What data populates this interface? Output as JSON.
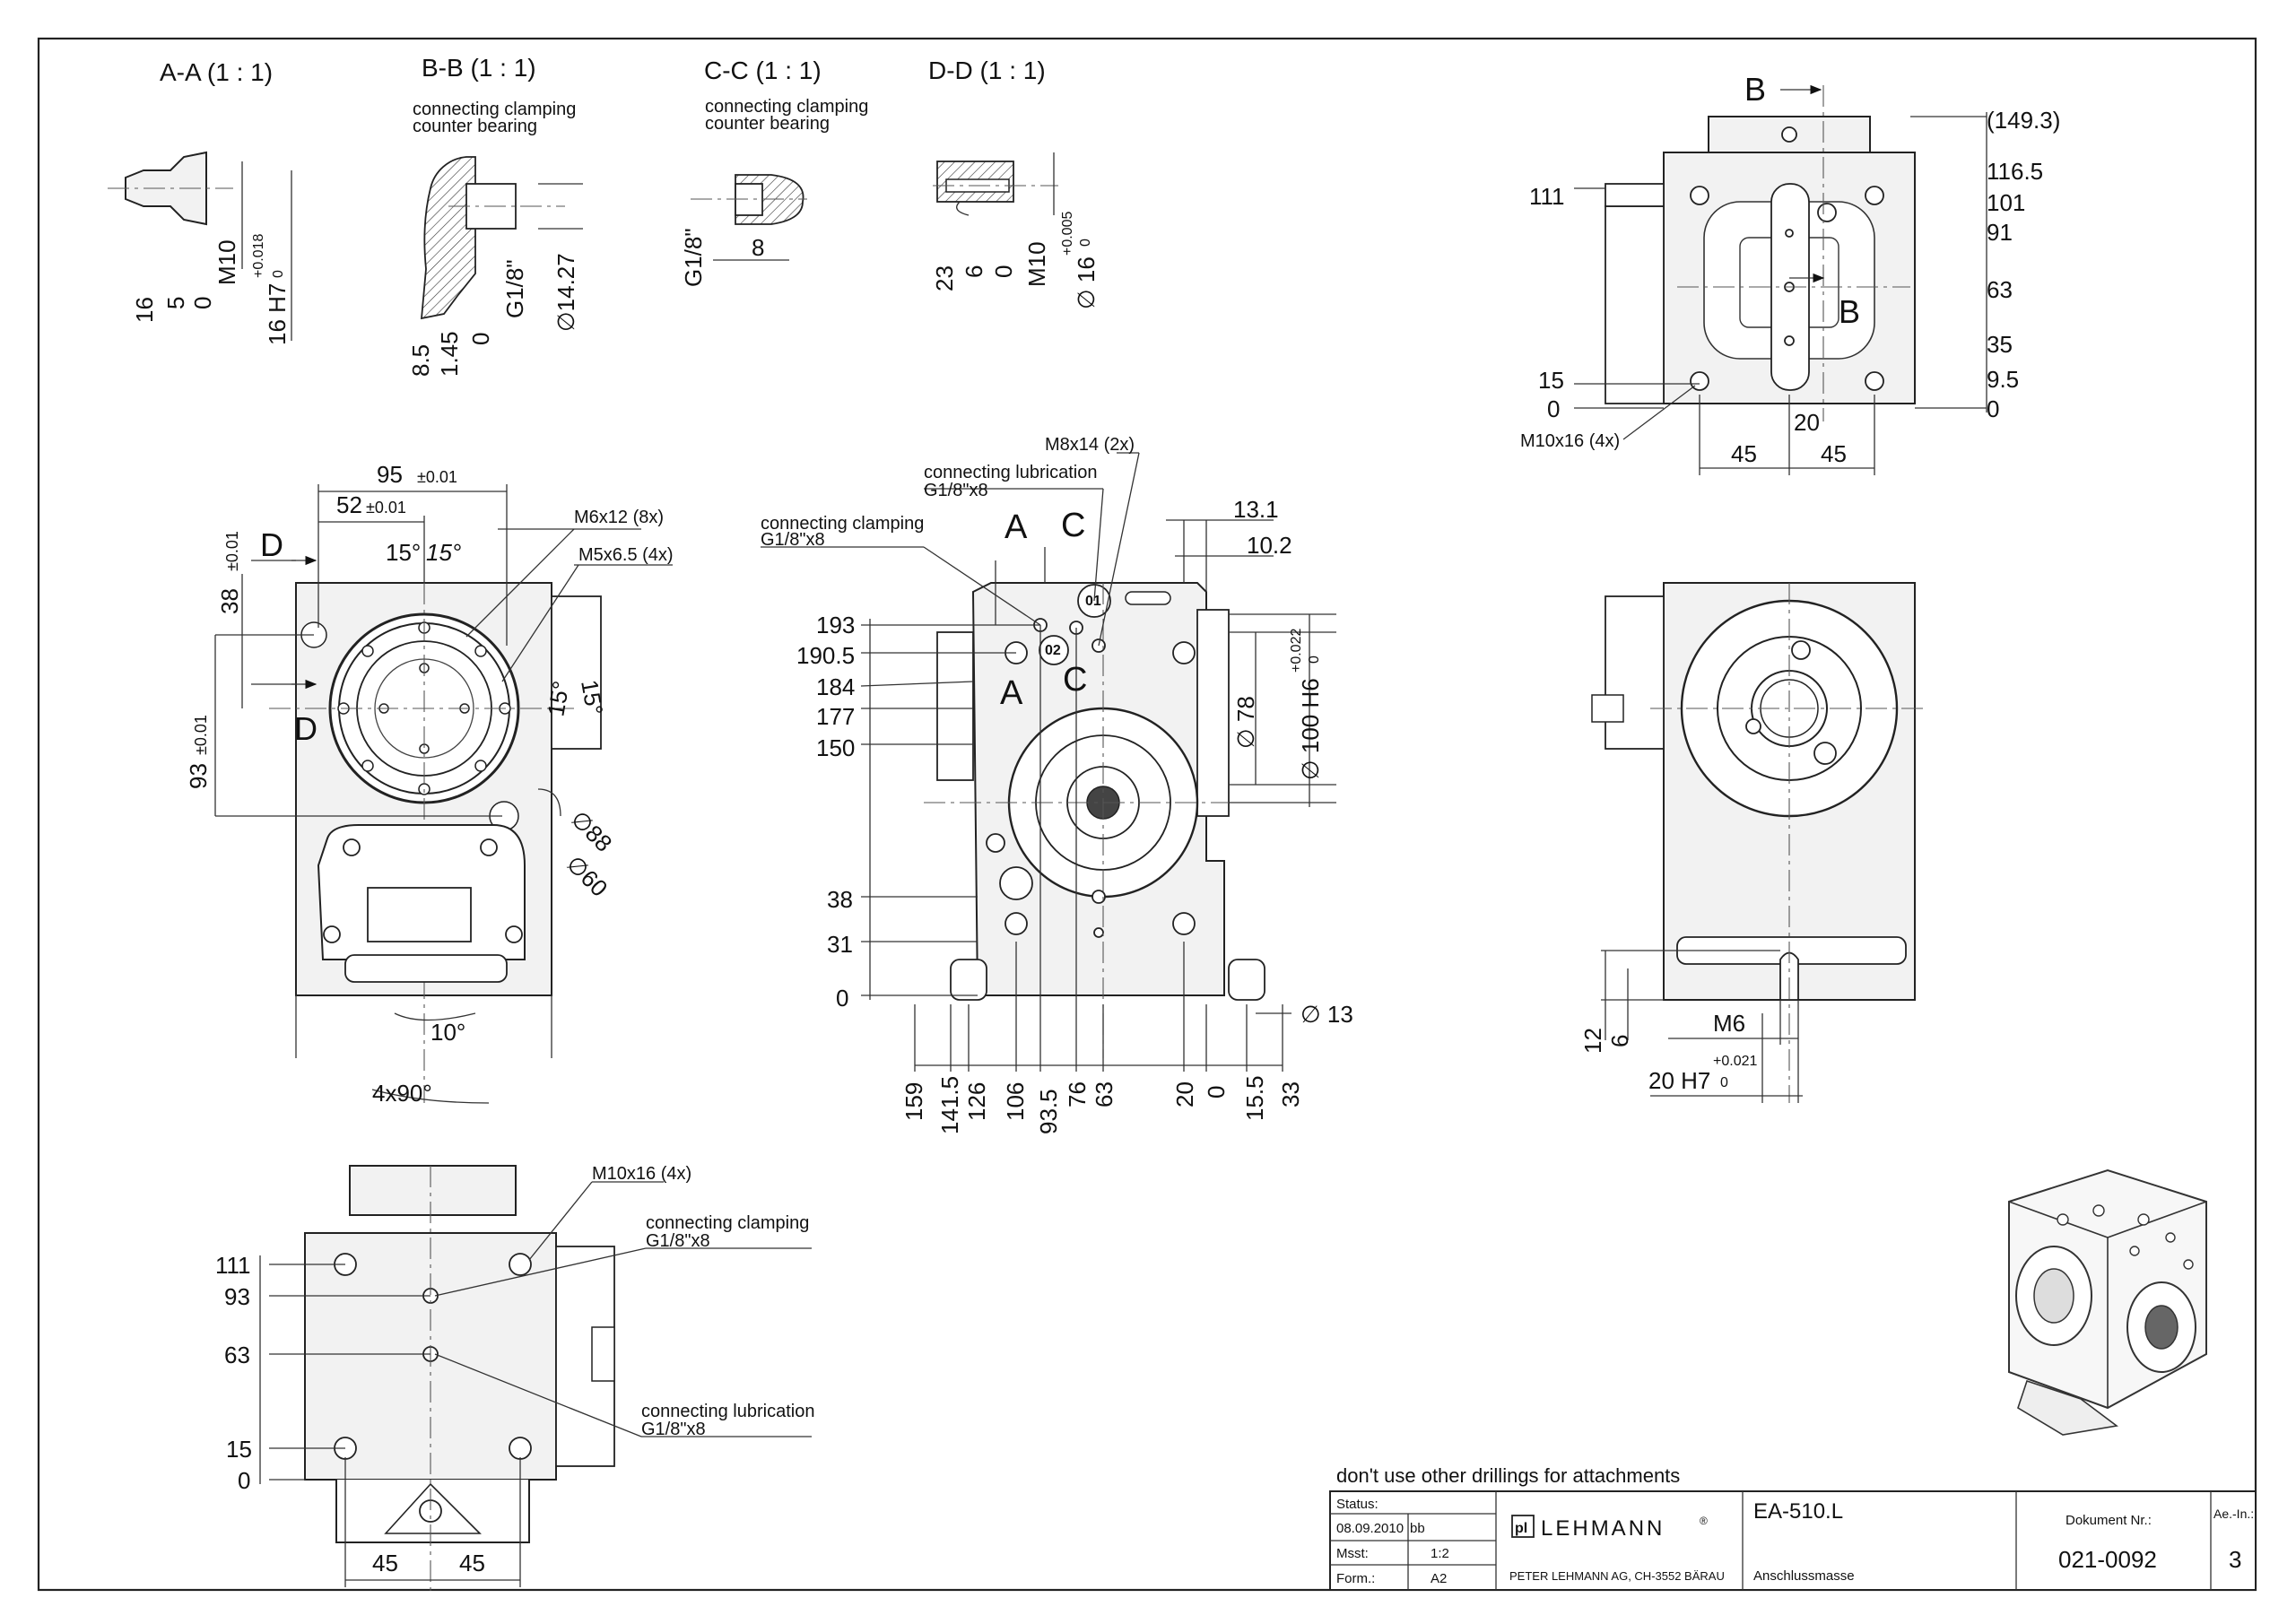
{
  "sections": {
    "aa": {
      "title": "A-A (1 : 1)",
      "dims": [
        "16",
        "5",
        "0",
        "M10",
        "16 H7",
        "+0.018",
        "0"
      ]
    },
    "bb": {
      "title": "B-B (1 : 1)",
      "note1": "connecting clamping",
      "note2": "counter bearing",
      "dims": [
        "8.5",
        "1.45",
        "0",
        "G1/8\"",
        "∅14.27"
      ]
    },
    "cc": {
      "title": "C-C (1 : 1)",
      "note1": "connecting clamping",
      "note2": "counter bearing",
      "dims": [
        "G1/8\"",
        "8"
      ]
    },
    "dd": {
      "title": "D-D (1 : 1)",
      "dims": [
        "23",
        "6",
        "0",
        "M10",
        "∅ 16",
        "+0.005",
        "0"
      ]
    }
  },
  "left_view": {
    "dims": {
      "d95": "95",
      "d95tol": "±0.01",
      "d52": "52",
      "d52tol": "±0.01",
      "d38": "38",
      "d38tol": "±0.01",
      "d93": "93",
      "d93tol": "±0.01",
      "a15a": "15°",
      "a15b": "15°",
      "a15c": "15°",
      "a15d": "15°",
      "d88": "∅88",
      "d60": "∅60",
      "a10": "10°",
      "a4x90": "4x90°"
    },
    "labels": {
      "m6": "M6x12 (8x)",
      "m5": "M5x6.5 (4x)",
      "D1": "D",
      "D2": "D"
    }
  },
  "front_view": {
    "labels": {
      "m8": "M8x14 (2x)",
      "lub1": "connecting lubrication",
      "lub2": "G1/8\"x8",
      "clamp1": "connecting clamping",
      "clamp2": "G1/8\"x8",
      "A1": "A",
      "A2": "A",
      "C1": "C",
      "C2": "C",
      "c01": "01",
      "c02": "02"
    },
    "vdims": [
      "193",
      "190.5",
      "184",
      "177",
      "150",
      "38",
      "31",
      "0"
    ],
    "hdims": [
      "159",
      "141.5",
      "126",
      "106",
      "93.5",
      "76",
      "63",
      "20",
      "0",
      "15.5",
      "33"
    ],
    "rdims": {
      "d131": "13.1",
      "d102": "10.2",
      "d78": "∅ 78",
      "d100": "∅ 100 H6",
      "d100t1": "+0.022",
      "d100t2": "0",
      "d13": "∅ 13"
    }
  },
  "top_view": {
    "labels": {
      "B1": "B",
      "B2": "B",
      "m10": "M10x16 (4x)"
    },
    "dims": {
      "d1493": "(149.3)",
      "d1165": "116.5",
      "d101": "101",
      "d91": "91",
      "d63": "63",
      "d35": "35",
      "d95": "9.5",
      "d0r": "0",
      "d111": "111",
      "d15": "15",
      "d0l": "0",
      "d20": "20",
      "d45a": "45",
      "d45b": "45"
    }
  },
  "side_view": {
    "dims": {
      "d12": "12",
      "d6": "6",
      "m6": "M6",
      "d20h7": "20 H7",
      "tol1": "+0.021",
      "tol2": "0"
    }
  },
  "bottom_view": {
    "labels": {
      "m10": "M10x16 (4x)",
      "clamp1": "connecting clamping",
      "clamp2": "G1/8\"x8",
      "lub1": "connecting lubrication",
      "lub2": "G1/8\"x8"
    },
    "dims": [
      "111",
      "93",
      "63",
      "15",
      "0",
      "45",
      "45"
    ]
  },
  "title_block": {
    "note": "don't use other drillings for attachments",
    "status_label": "Status:",
    "date": "08.09.2010",
    "initials": "bb",
    "msst_label": "Msst:",
    "msst_value": "1:2",
    "form_label": "Form.:",
    "form_value": "A2",
    "logo_mark": "pl",
    "company": "LEHMANN",
    "reg": "®",
    "address": "PETER LEHMANN AG, CH-3552 BÄRAU",
    "product": "EA-510.L",
    "subtitle": "Anschlussmasse",
    "doc_label": "Dokument Nr.:",
    "doc_no": "021-0092",
    "rev_label": "Ae.-In.:",
    "rev_no": "3"
  }
}
